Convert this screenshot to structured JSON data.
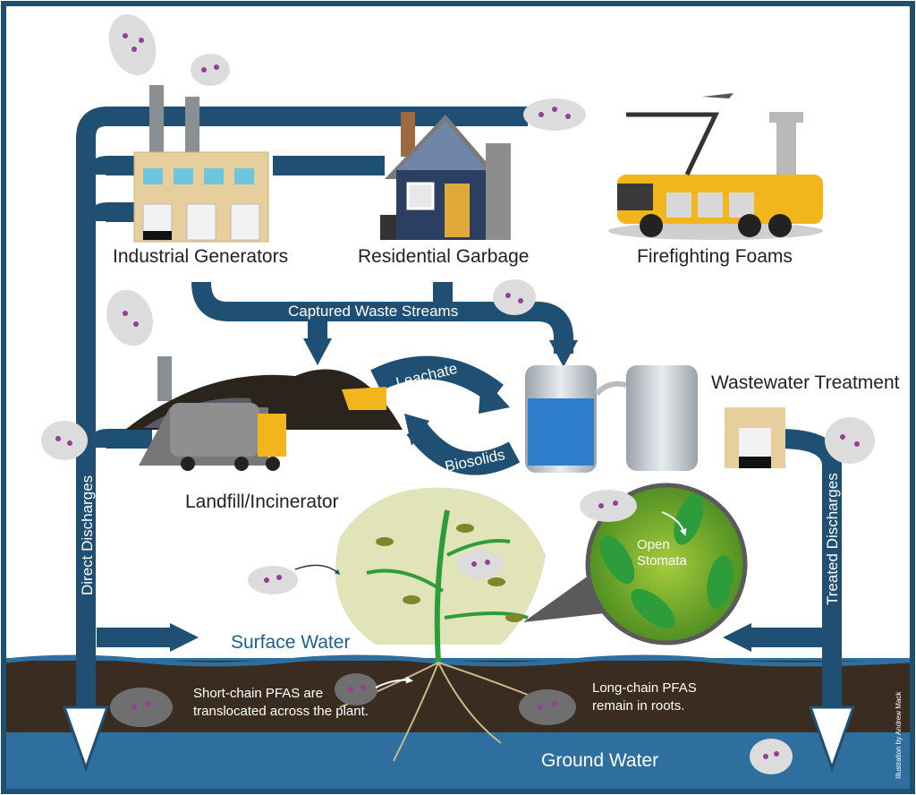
{
  "labels": {
    "industrial": "Industrial Generators",
    "residential": "Residential Garbage",
    "firefighting": "Firefighting Foams",
    "captured": "Captured Waste Streams",
    "leachate": "Leachate",
    "biosolids": "Biosolids",
    "wastewater": "Wastewater Treatment",
    "landfill": "Landfill/Incinerator",
    "direct": "Direct Discharges",
    "treated": "Treated Discharges",
    "surface": "Surface Water",
    "ground": "Ground Water",
    "stomata_1": "Open",
    "stomata_2": "Stomata",
    "short_1": "Short-chain PFAS are",
    "short_2": "translocated across the plant.",
    "long_1": "Long-chain PFAS",
    "long_2": "remain in roots.",
    "credit": "Illustration by Andrew Mack"
  },
  "colors": {
    "pipe": "#1f4f73",
    "border": "#1f4f73",
    "water": "#2f6f9f",
    "soil": "#3a2c20",
    "truck": "#f2b51c",
    "leaf": "#2e9c3a",
    "molecule": "#9a3c9a"
  }
}
